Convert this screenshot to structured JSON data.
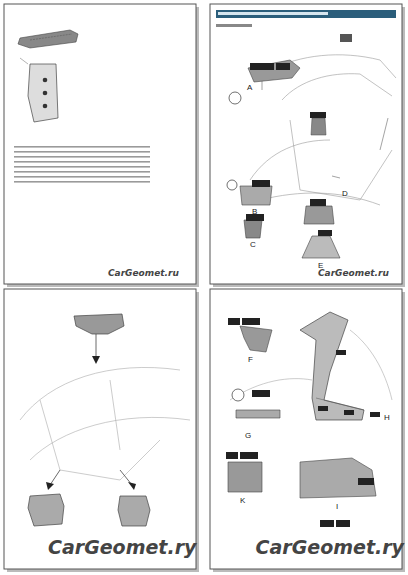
{
  "diagram": {
    "labels": [
      "A",
      "B",
      "C",
      "D",
      "E",
      "CarGeomet.ru",
      "CarGeomet.ru",
      "F",
      "G",
      "H",
      "I",
      "K",
      "CarGeomet.ry",
      "CarGeomet.ry"
    ]
  }
}
